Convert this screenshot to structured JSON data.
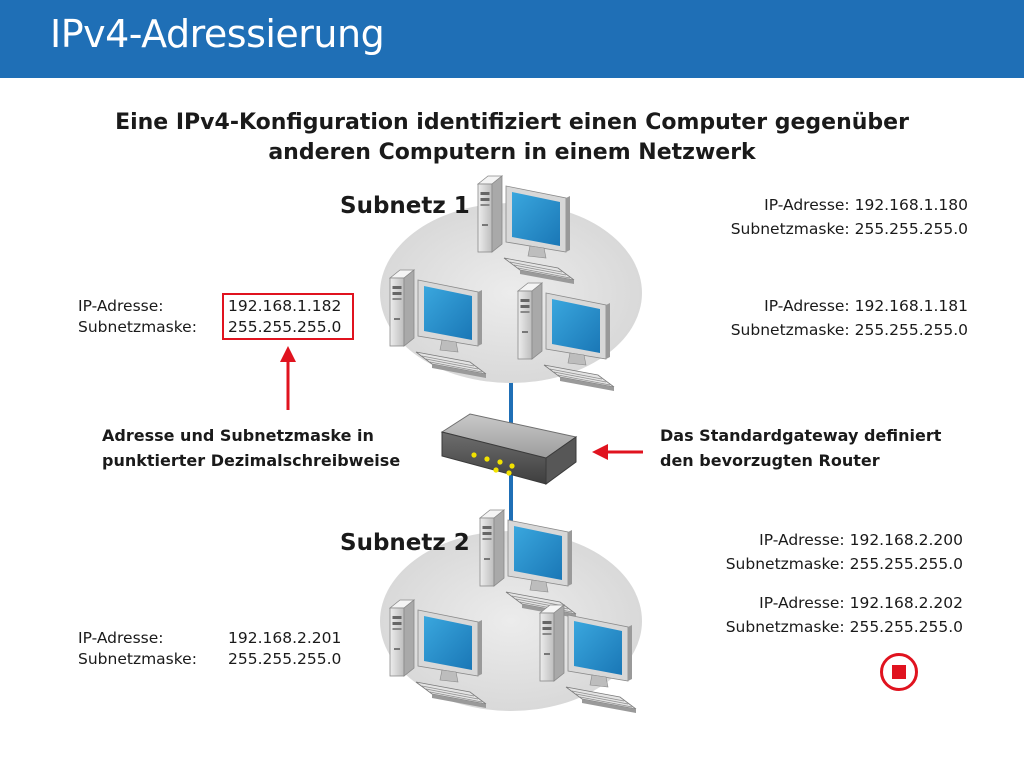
{
  "header": {
    "title": "IPv4-Adressierung"
  },
  "subtitle": {
    "line1": "Eine IPv4-Konfiguration identifiziert einen Computer gegenüber",
    "line2": "anderen Computern in einem Netzwerk"
  },
  "subnets": [
    {
      "title": "Subnetz 1"
    },
    {
      "title": "Subnetz 2"
    }
  ],
  "hosts": [
    {
      "ip_label": "IP-Adresse:",
      "ip": "192.168.1.180",
      "mask_label": "Subnetzmaske:",
      "mask": "255.255.255.0"
    },
    {
      "ip_label": "IP-Adresse:",
      "ip": "192.168.1.182",
      "mask_label": "Subnetzmaske:",
      "mask": "255.255.255.0"
    },
    {
      "ip_label": "IP-Adresse:",
      "ip": "192.168.1.181",
      "mask_label": "Subnetzmaske:",
      "mask": "255.255.255.0"
    },
    {
      "ip_label": "IP-Adresse:",
      "ip": "192.168.2.200",
      "mask_label": "Subnetzmaske:",
      "mask": "255.255.255.0"
    },
    {
      "ip_label": "IP-Adresse:",
      "ip": "192.168.2.202",
      "mask_label": "Subnetzmaske:",
      "mask": "255.255.255.0"
    },
    {
      "ip_label": "IP-Adresse:",
      "ip": "192.168.2.201",
      "mask_label": "Subnetzmaske:",
      "mask": "255.255.255.0"
    }
  ],
  "callouts": {
    "left": {
      "line1": "Adresse und Subnetzmaske in",
      "line2": "punktierter Dezimalschreibweise"
    },
    "right": {
      "line1": "Das Standardgateway definiert",
      "line2": "den bevorzugten Router"
    }
  },
  "colors": {
    "header": "#1f6fb6",
    "accent_red": "#e0131f",
    "network_line": "#1f6fb6",
    "subnet_fill": "#e3e3e3",
    "screen_blue": "#2b95cf"
  },
  "icons": {
    "stop": "stop-icon",
    "router": "router-icon",
    "computer": "computer-icon"
  }
}
